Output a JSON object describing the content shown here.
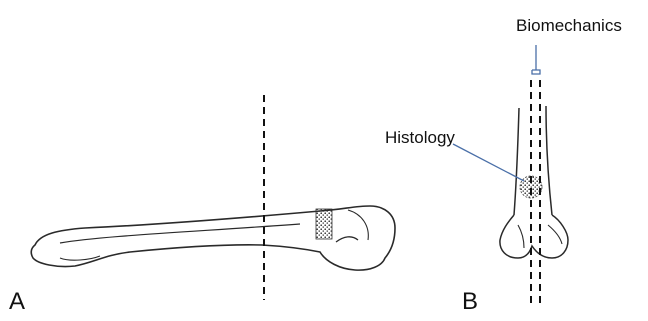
{
  "panels": {
    "a": {
      "label": "A"
    },
    "b": {
      "label": "B"
    }
  },
  "annotations": {
    "biomechanics": "Biomechanics",
    "histology": "Histology"
  },
  "colors": {
    "outline": "#2a2a2a",
    "leader_line": "#4a6fa8",
    "text": "#111111"
  }
}
